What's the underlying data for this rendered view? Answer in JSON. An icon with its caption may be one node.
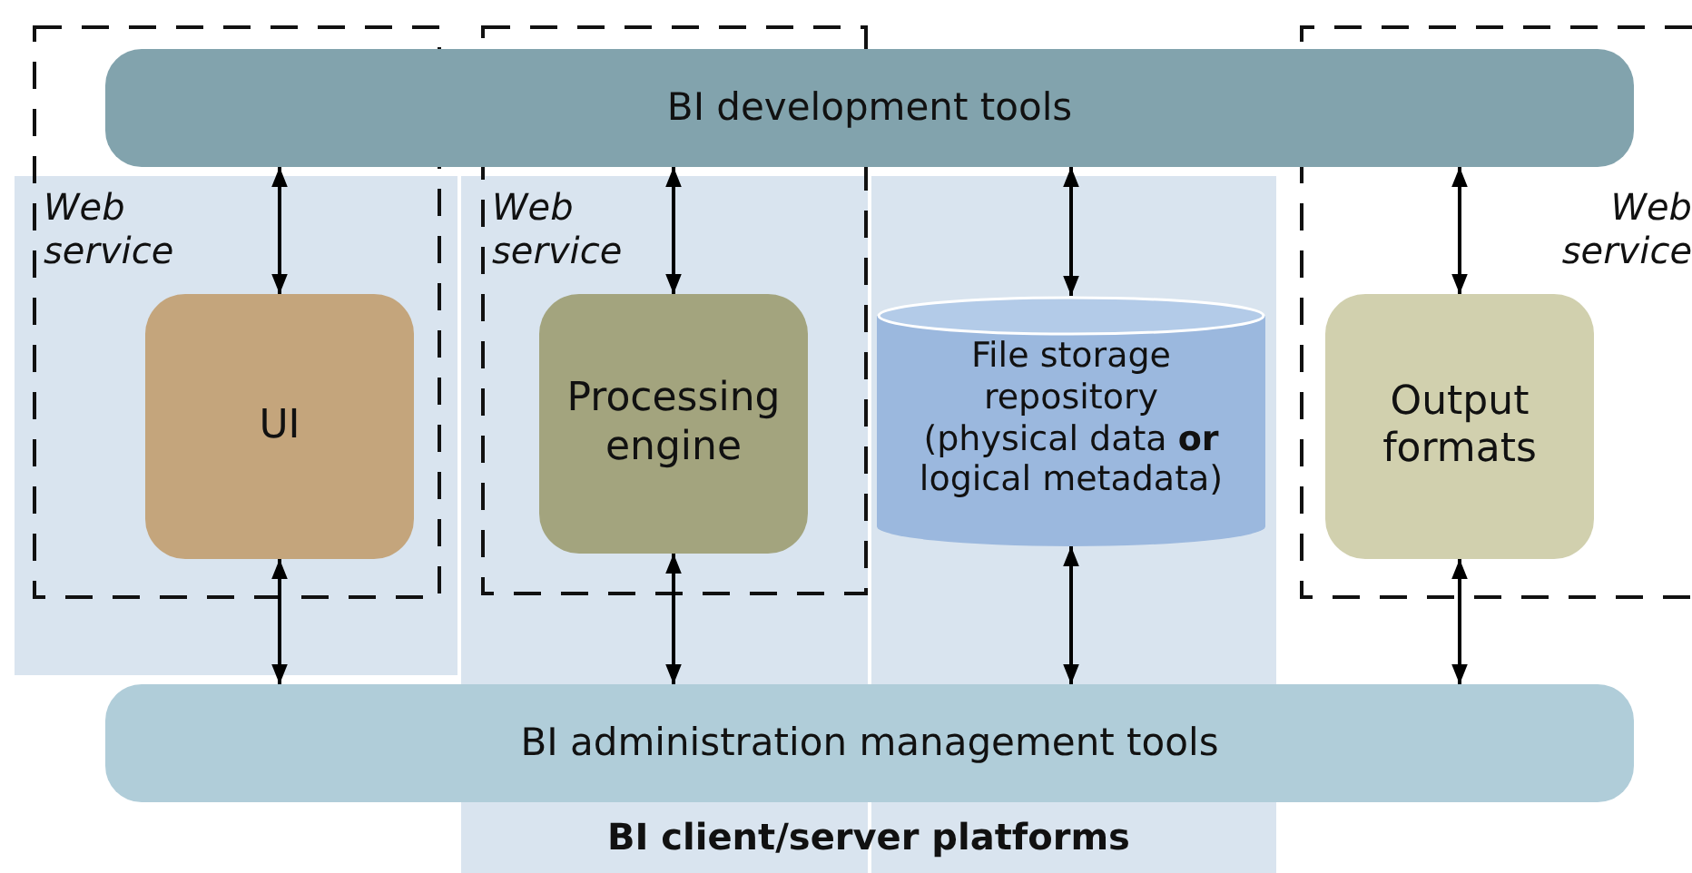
{
  "diagram": {
    "nodes": [
      {
        "text": [
          "BI development tools"
        ]
      },
      {
        "text": [
          "UI"
        ]
      },
      {
        "text": [
          "Processing engine"
        ]
      },
      {
        "text": [
          "File storage repository (physical data **or** logical metadata)"
        ]
      },
      {
        "text": [
          "Output formats"
        ]
      },
      {
        "text": [
          "BI administration management tools"
        ]
      }
    ],
    "edges": [
      {
        "from": 0,
        "to": 1,
        "arrow": "both"
      },
      {
        "from": 0,
        "to": 2,
        "arrow": "both"
      },
      {
        "from": 0,
        "to": 3,
        "arrow": "both"
      },
      {
        "from": 0,
        "to": 4,
        "arrow": "both"
      },
      {
        "from": 1,
        "to": 5,
        "arrow": "both"
      },
      {
        "from": 2,
        "to": 5,
        "arrow": "both"
      },
      {
        "from": 3,
        "to": 5,
        "arrow": "both"
      },
      {
        "from": 4,
        "to": 5,
        "arrow": "both"
      }
    ],
    "labels": [
      "Web service",
      "Web service",
      "Web service",
      "BI client/server platforms"
    ]
  }
}
